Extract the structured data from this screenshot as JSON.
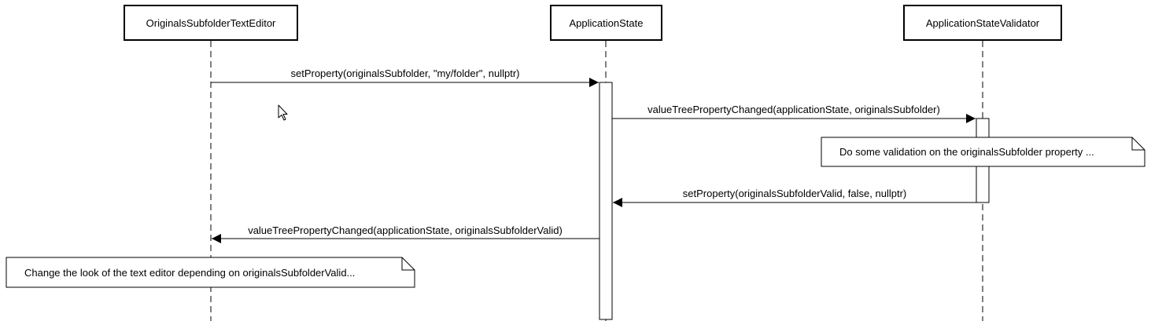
{
  "lifelines": {
    "editor": "OriginalsSubfolderTextEditor",
    "state": "ApplicationState",
    "validator": "ApplicationStateValidator"
  },
  "messages": {
    "m1": "setProperty(originalsSubfolder, \"my/folder\", nullptr)",
    "m2": "valueTreePropertyChanged(applicationState, originalsSubfolder)",
    "m3": "setProperty(originalsSubfolderValid, false, nullptr)",
    "m4": "valueTreePropertyChanged(applicationState, originalsSubfolderValid)"
  },
  "notes": {
    "validator_note": "Do some validation on the originalsSubfolder property ...",
    "editor_note": "Change the look of the text editor depending on originalsSubfolderValid..."
  }
}
